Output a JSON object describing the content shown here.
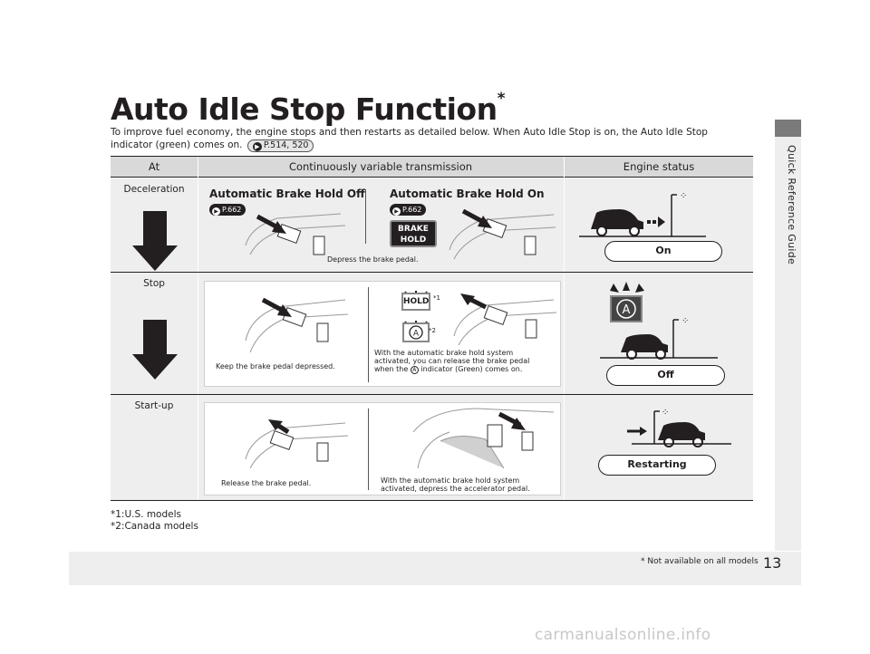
{
  "page": {
    "title": "Auto Idle Stop Function",
    "title_mark": "*",
    "intro": "To improve fuel economy, the engine stops and then restarts as detailed below. When Auto Idle Stop is on, the Auto Idle Stop indicator (green) comes on.",
    "intro_ref": "P.514, 520",
    "side_tab": "Quick Reference Guide",
    "page_number": "13",
    "footer_note": "* Not available on all models",
    "watermark": "carmanualsonline.info"
  },
  "table": {
    "headers": [
      "At",
      "Continuously variable transmission",
      "Engine status"
    ],
    "rows": [
      {
        "label": "Deceleration",
        "left_heading": "Automatic Brake Hold Off",
        "left_ref": "P.662",
        "right_heading": "Automatic Brake Hold On",
        "right_ref": "P.662",
        "brake_badge_line1": "BRAKE",
        "brake_badge_line2": "HOLD",
        "caption": "Depress the brake pedal.",
        "status": "On"
      },
      {
        "label": "Stop",
        "left_caption": "Keep the brake pedal depressed.",
        "hold_badge": "HOLD",
        "hold_badge_mark": "*1",
        "a_badge_mark": "*2",
        "right_caption_1": "With the automatic brake hold system",
        "right_caption_2": "activated, you can release the brake pedal",
        "right_caption_3_pre": "when the",
        "right_caption_3_post": "indicator (Green) comes on.",
        "status": "Off"
      },
      {
        "label": "Start-up",
        "left_caption": "Release the brake pedal.",
        "right_caption_1": "With the automatic brake hold system",
        "right_caption_2": "activated, depress the accelerator pedal.",
        "status": "Restarting"
      }
    ]
  },
  "footnotes": [
    "*1:U.S. models",
    "*2:Canada models"
  ],
  "colors": {
    "header_bg": "#d9d9d9",
    "row_bg": "#eeeeee",
    "ink": "#231f20"
  }
}
